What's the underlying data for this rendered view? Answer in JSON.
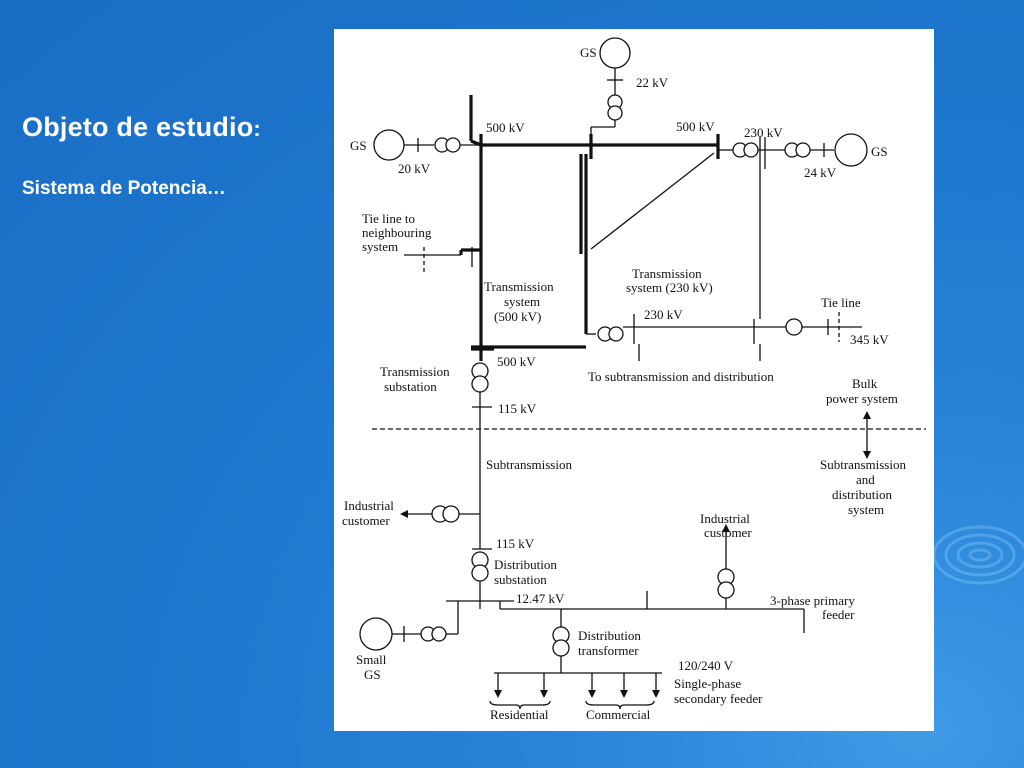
{
  "slide": {
    "title": "Objeto de estudio",
    "title_colon": ":",
    "subtitle": "Sistema de Potencia…"
  },
  "diagram": {
    "gen_top": "GS",
    "gen_left": "GS",
    "gen_right": "GS",
    "gen_small_line1": "Small",
    "gen_small_line2": "GS",
    "kv_22": "22 kV",
    "kv_20": "20 kV",
    "kv_24": "24 kV",
    "kv_500_left": "500 kV",
    "kv_500_right": "500 kV",
    "kv_230_top": "230 kV",
    "kv_230_mid": "230 kV",
    "kv_345": "345 kV",
    "kv_500_low": "500 kV",
    "kv_115_a": "115 kV",
    "kv_115_b": "115 kV",
    "kv_1247": "12.47 kV",
    "kv_120240": "120/240  V",
    "tie_line_1": "Tie line to",
    "tie_line_2": "neighbouring",
    "tie_line_3": "system",
    "tie_line_right": "Tie line",
    "trans500_1": "Transmission",
    "trans500_2": "system",
    "trans500_3": "(500 kV)",
    "trans230_1": "Transmission",
    "trans230_2": "system (230 kV)",
    "to_subtransmission": "To subtransmission and distribution",
    "trans_sub_1": "Transmission",
    "trans_sub_2": "substation",
    "bulk_1": "Bulk",
    "bulk_2": "power  system",
    "subtransmission": "Subtransmission",
    "subdist_1": "Subtransmission",
    "subdist_2": "and",
    "subdist_3": "distribution",
    "subdist_4": "system",
    "ind_left_1": "Industrial",
    "ind_left_2": "customer",
    "ind_right_1": "Industrial",
    "ind_right_2": "customer",
    "dist_sub_1": "Distribution",
    "dist_sub_2": "substation",
    "primary_1": "3-phase  primary",
    "primary_2": "feeder",
    "dist_tr_1": "Distribution",
    "dist_tr_2": "transformer",
    "secondary_1": "Single-phase",
    "secondary_2": "secondary  feeder",
    "residential": "Residential",
    "commercial": "Commercial"
  }
}
